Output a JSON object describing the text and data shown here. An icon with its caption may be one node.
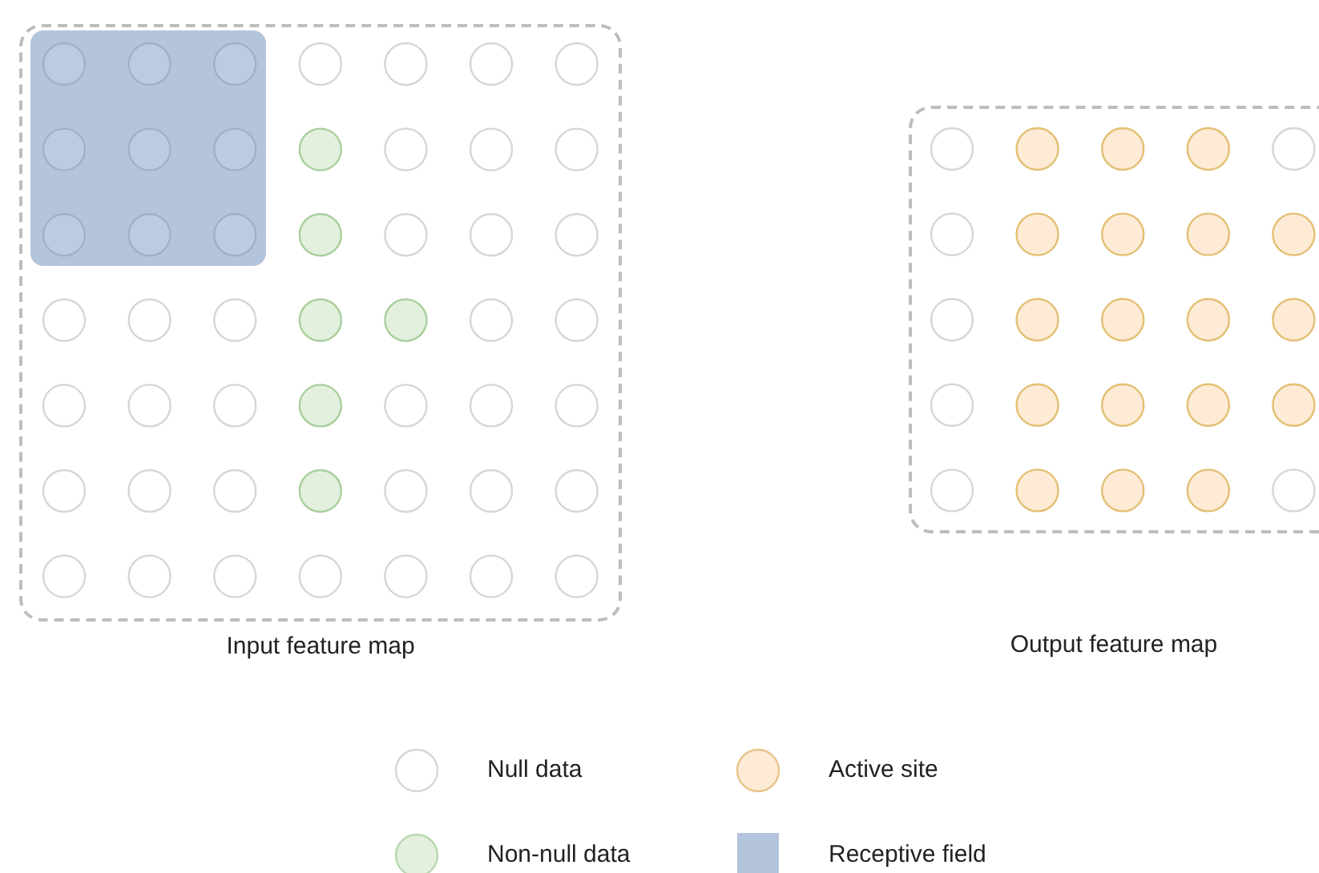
{
  "diagram": {
    "nodes": [
      {
        "text": [
          "Input feature map"
        ]
      },
      {
        "text": [
          "Output feature map"
        ]
      }
    ],
    "legend": [
      {
        "text": "Null data",
        "color": "#ffffff"
      },
      {
        "text": "Active site",
        "color": "#fdebd6"
      },
      {
        "text": "Non-null data",
        "color": "#e3f0de"
      },
      {
        "text": "Receptive field",
        "color": "#b4c4dd"
      }
    ]
  }
}
